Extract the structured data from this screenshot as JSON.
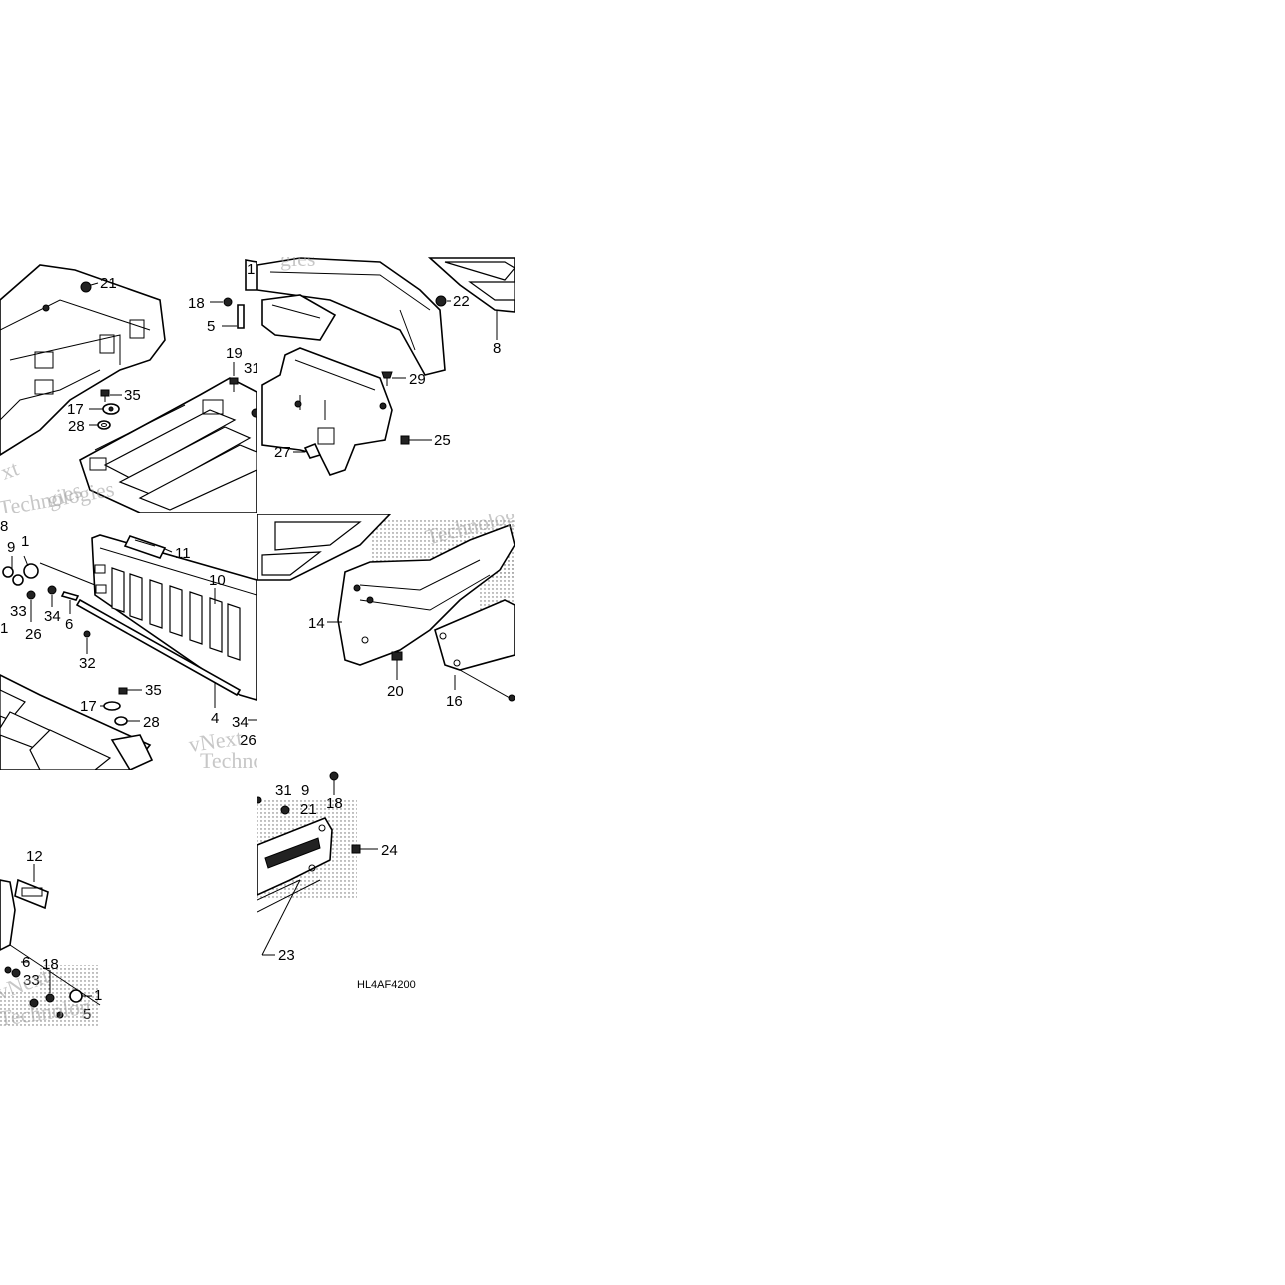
{
  "diagram_code": "HL4AF4200",
  "callouts": {
    "c21a": "21",
    "c18a": "18",
    "c5a": "5",
    "c19": "19",
    "c31a": "31",
    "c1a": "1",
    "c35a": "35",
    "c17a": "17",
    "c28a": "28",
    "c22": "22",
    "c8a": "8",
    "c29": "29",
    "c25": "25",
    "c27": "27",
    "c8b": "8",
    "c9a": "9",
    "c1b": "1",
    "c33a": "33",
    "c26a": "26",
    "c34a": "34",
    "c6a": "6",
    "c1c": "1",
    "c11": "11",
    "c10": "10",
    "c32": "32",
    "c35b": "35",
    "c17b": "17",
    "c28b": "28",
    "c4": "4",
    "c34b": "34",
    "c26b": "26",
    "c14": "14",
    "c20": "20",
    "c16": "16",
    "c12": "12",
    "c18b": "18",
    "c6b": "6",
    "c33b": "33",
    "c1d": "1",
    "c5b": "5",
    "c31b": "31",
    "c9b": "9",
    "c21b": "21",
    "c18c": "18",
    "c24": "24",
    "c23": "23"
  },
  "watermarks": {
    "w1": "xt",
    "w2": "gies",
    "w3": "Technologies",
    "w4": "vNext",
    "w5": "Technolog",
    "w6": "Technologies",
    "w7": "vNext",
    "w8": "Technolog"
  }
}
